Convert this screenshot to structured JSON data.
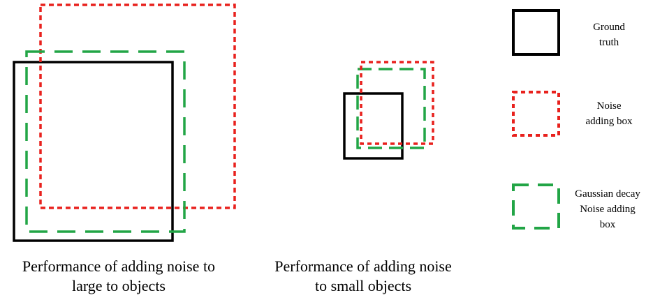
{
  "colors": {
    "ground_truth": "#000000",
    "noise_box": "#e8211d",
    "gaussian_box": "#22a546"
  },
  "captions": {
    "large": [
      "Performance of adding noise to",
      "large to objects"
    ],
    "small": [
      "Performance of adding noise",
      "to small objects"
    ]
  },
  "legend": {
    "ground_truth": [
      "Ground",
      "truth"
    ],
    "noise_box": [
      "Noise",
      "adding box"
    ],
    "gaussian_box": [
      "Gaussian decay",
      "Noise adding",
      "box"
    ]
  }
}
